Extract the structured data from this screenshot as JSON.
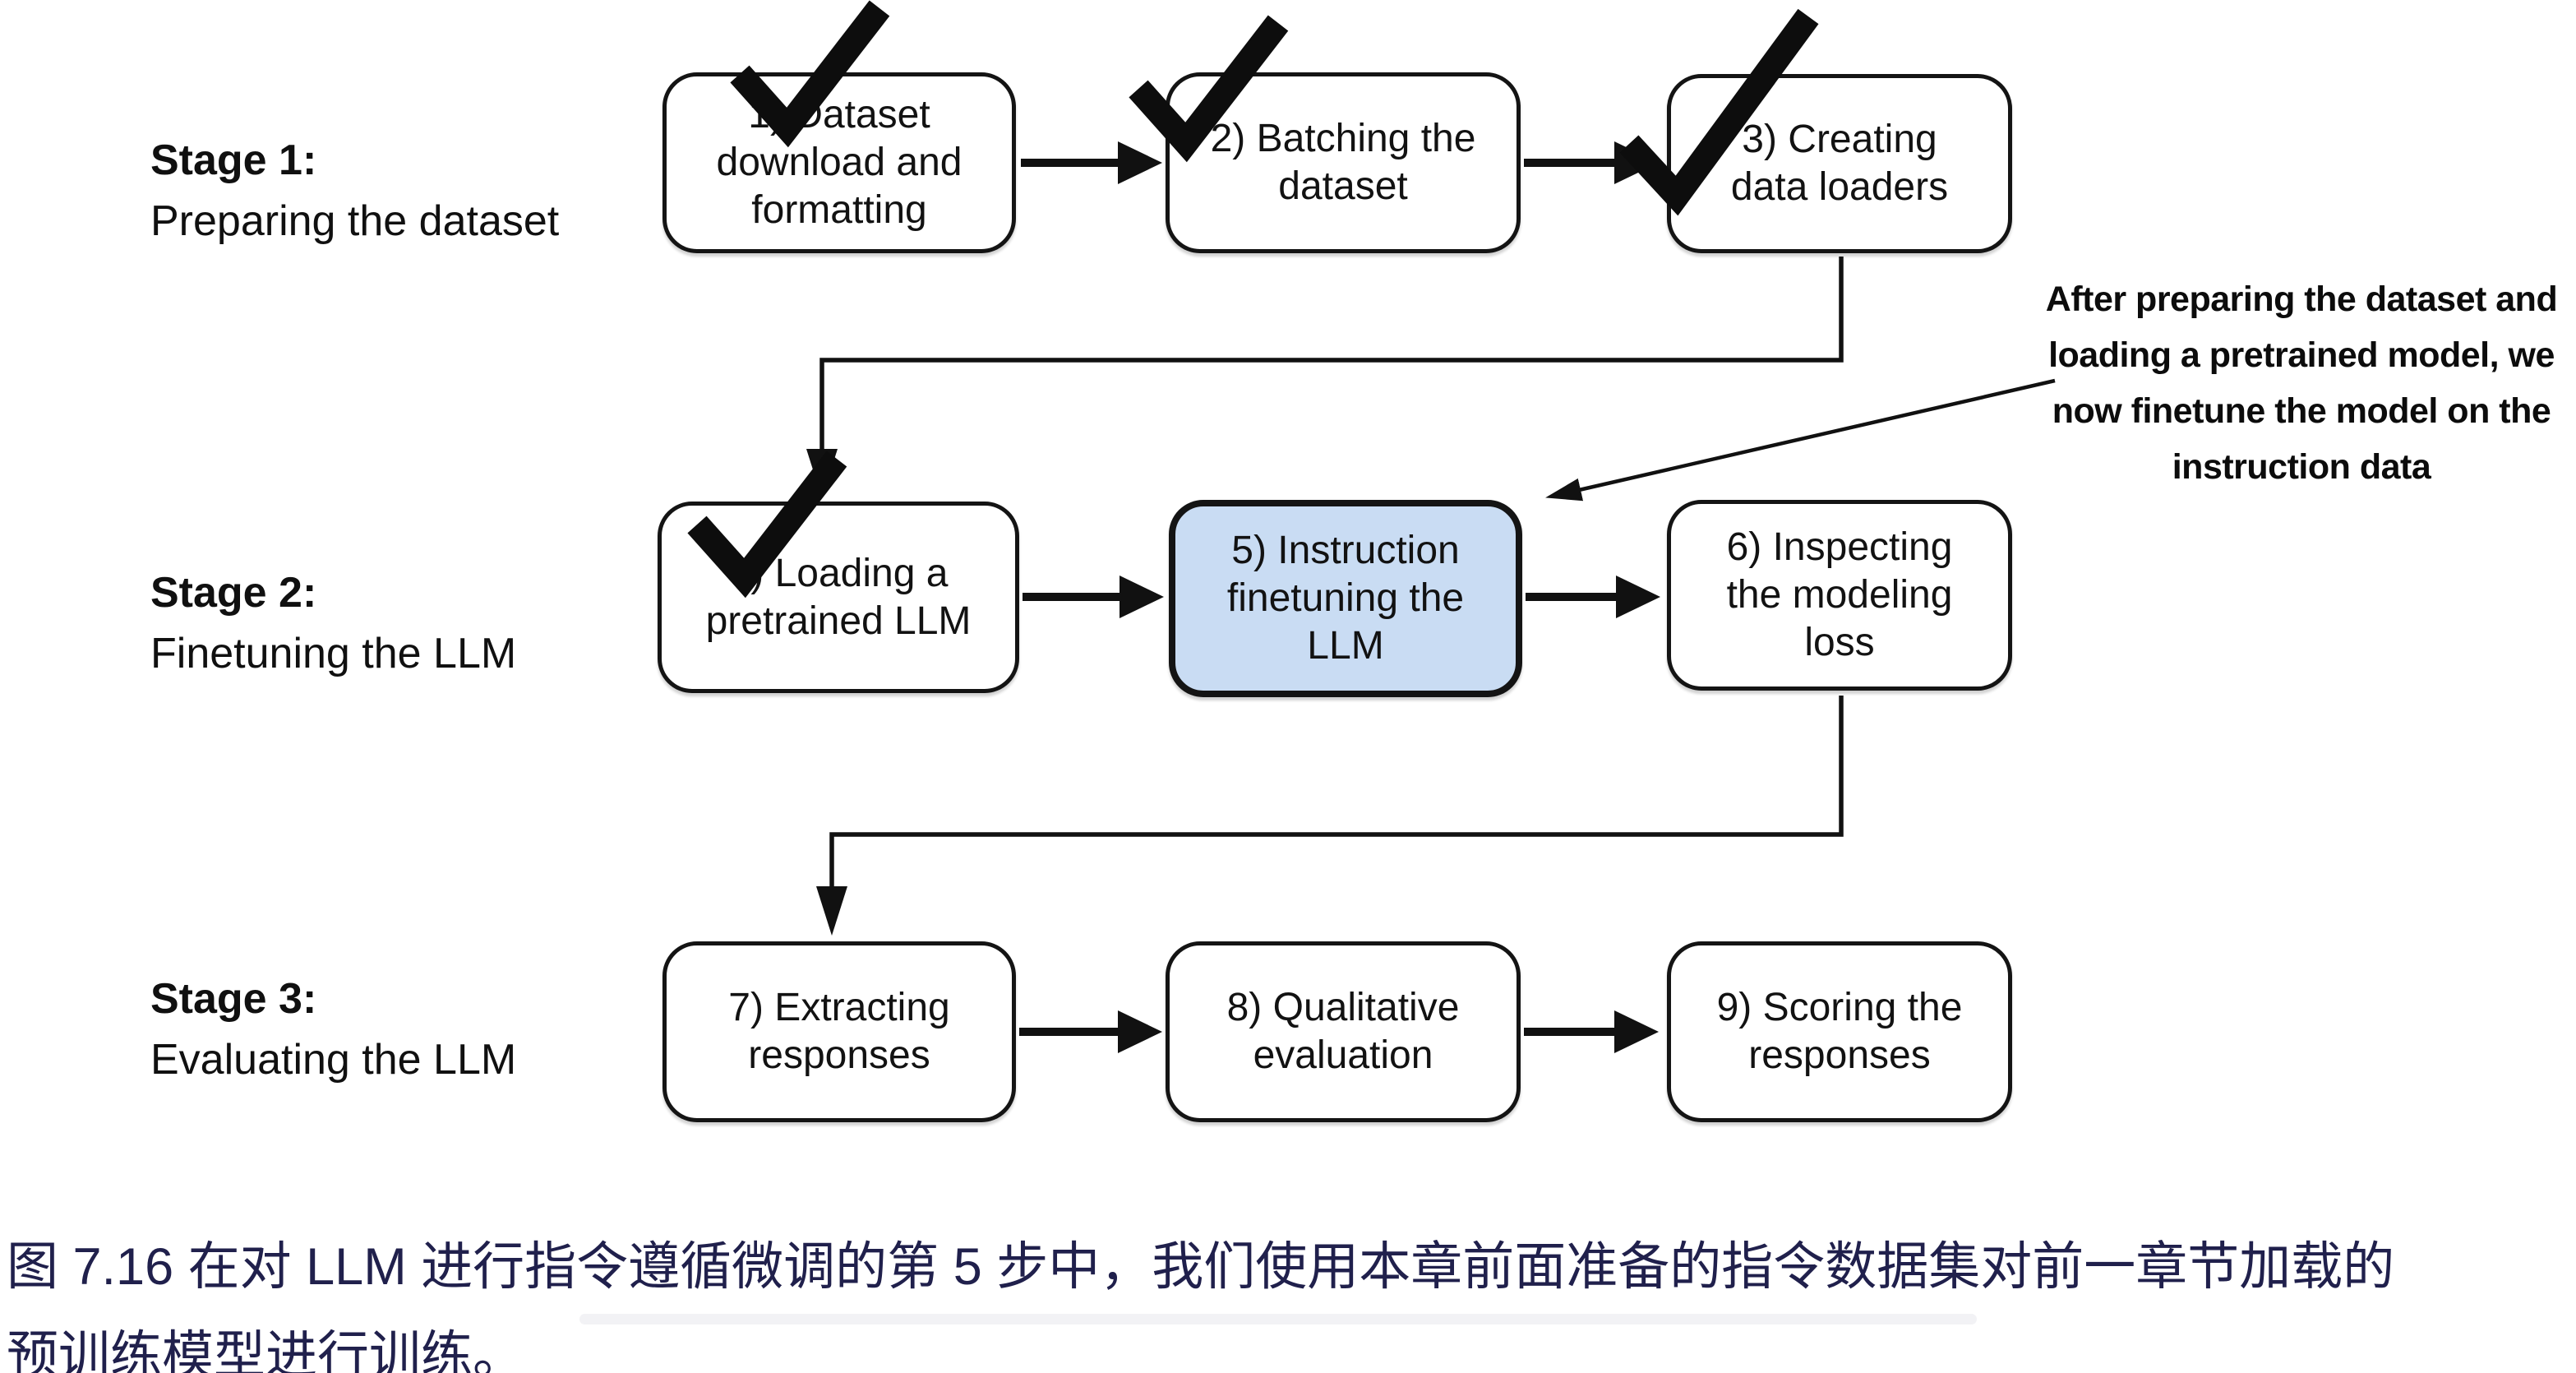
{
  "figure": {
    "stages": {
      "s1": {
        "title": "Stage 1:",
        "subtitle": "Preparing the dataset"
      },
      "s2": {
        "title": "Stage 2:",
        "subtitle": "Finetuning the LLM"
      },
      "s3": {
        "title": "Stage 3:",
        "subtitle": "Evaluating the LLM"
      }
    },
    "boxes": {
      "b1": "1) Dataset\ndownload and\nformatting",
      "b2": "2) Batching the\ndataset",
      "b3": "3) Creating\ndata loaders",
      "b4": "4) Loading a\npretrained LLM",
      "b5": "5) Instruction\nfinetuning the\nLLM",
      "b6": "6) Inspecting\nthe modeling\nloss",
      "b7": "7) Extracting\nresponses",
      "b8": "8) Qualitative\nevaluation",
      "b9": "9) Scoring the\nresponses"
    },
    "completed_steps": [
      1,
      2,
      3,
      4
    ],
    "highlighted_step": 5,
    "check_icon": "✓",
    "annotation": "After preparing the dataset and\nloading a pretrained model, we\nnow finetune the model on the\ninstruction data",
    "colors": {
      "highlight_fill": "#c9dcf3",
      "box_border": "#141414",
      "caption_text": "#20204c"
    }
  },
  "caption": "图 7.16 在对 LLM 进行指令遵循微调的第 5 步中，我们使用本章前面准备的指令数据集对前一章节加载的\n预训练模型进行训练。"
}
